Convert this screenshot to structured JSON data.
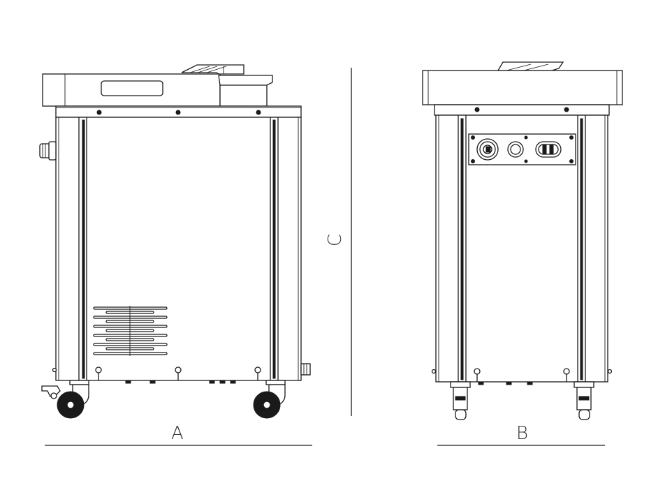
{
  "dimensions": {
    "width_side": "A",
    "width_front": "B",
    "height": "C"
  },
  "colors": {
    "line": "#1a1a1a",
    "background": "#ffffff"
  }
}
